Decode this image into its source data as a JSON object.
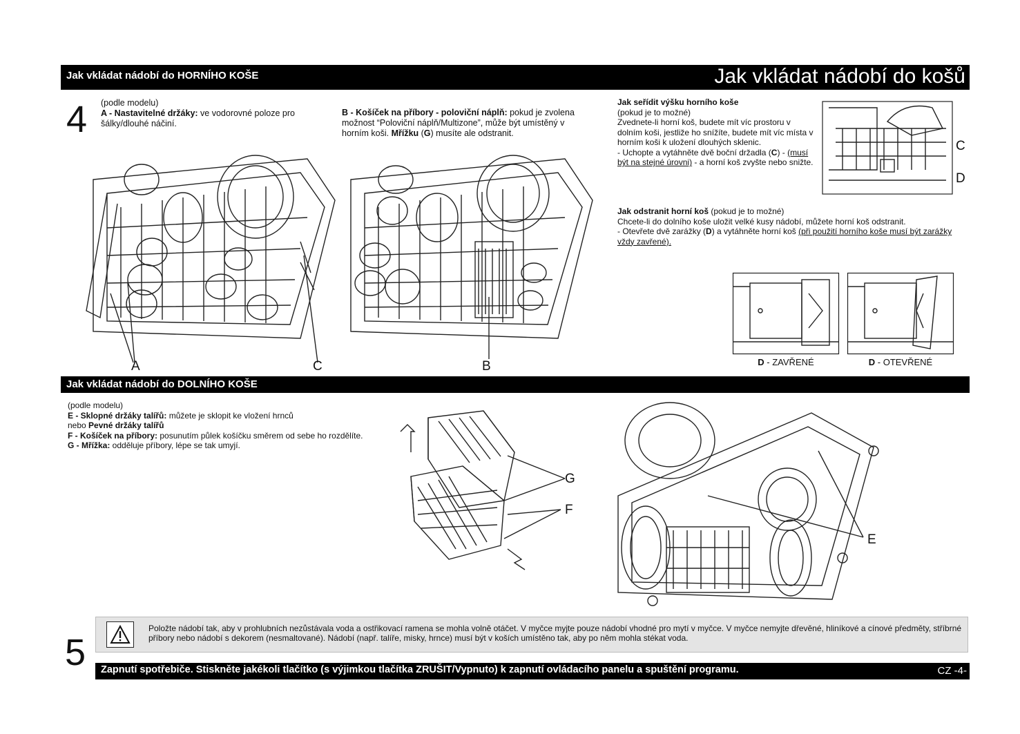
{
  "header": {
    "section_upper": "Jak vkládat nádobí do HORNÍHO KOŠE",
    "page_title": "Jak vkládat nádobí do košů"
  },
  "step4": {
    "number": "4",
    "model_note": "(podle modelu)",
    "a_label": "A - Nastavitelné držáky:",
    "a_text": " ve vodorovné poloze pro šálky/dlouhé náčiní.",
    "b_label": "B - Košíček na příbory - poloviční náplň:",
    "b_text_1": " pokud je zvolena možnost “Poloviční náplň/Multizone”, může být umístěný v horním koši. ",
    "b_grid_label": "Mřížku",
    "b_text_2": " (",
    "b_grid_letter": "G",
    "b_text_3": ") musíte ale odstranit."
  },
  "height_adjust": {
    "title": "Jak seřídit výšku horního koše",
    "note": "(pokud je to možné)",
    "para": "Zvednete-li horní koš, budete mít víc prostoru v dolním koši, jestliže ho snížíte, budete mít víc místa v horním koši k uložení dlouhých sklenic.",
    "step_1a": "- Uchopte a vytáhněte dvě boční držadla (",
    "step_1_letter": "C",
    "step_1b": ") -",
    "step_1_underlined": "(musí být na stejné úrovni)",
    "step_1c": " - a horní koš zvyšte nebo snižte."
  },
  "remove_basket": {
    "title": "Jak odstranit horní koš",
    "note": " (pokud je to možné)",
    "para": "Chcete-li do dolního koše uložit velké kusy nádobí, můžete horní koš odstranit.",
    "step_a": "- Otevřete dvě zarážky (",
    "step_letter": "D",
    "step_b": ") a vytáhněte horní koš ",
    "step_underlined": "(při použití horního koše musí být zarážky vždy zavřené)."
  },
  "latch_captions": {
    "closed_letter": "D",
    "closed_text": " - ZAVŘENÉ",
    "open_letter": "D",
    "open_text": " - OTEVŘENÉ"
  },
  "callouts": {
    "A": "A",
    "B": "B",
    "C": "C",
    "C2": "C",
    "D": "D",
    "G": "G",
    "F": "F",
    "E": "E"
  },
  "lower": {
    "section_title": "Jak vkládat nádobí do DOLNÍHO KOŠE",
    "model_note": "(podle modelu)",
    "e_label": "E - Sklopné držáky talířů:",
    "e_text": " můžete je sklopit ke vložení hrnců",
    "e_text2": "nebo ",
    "e_fixed": "Pevné držáky talířů",
    "f_label": "F - Košíček na příbory:",
    "f_text": " posunutím půlek košíčku směrem od sebe ho rozdělíte.",
    "g_label": "G - Mřížka:",
    "g_text": " odděluje příbory, lépe se tak umyjí."
  },
  "step5": {
    "number": "5",
    "warning": "Položte nádobí tak, aby v prohlubních nezůstávala voda a ostřikovací ramena se mohla volně otáčet. V myčce myjte pouze nádobí vhodné pro mytí v myčce. V myčce nemyjte dřevěné, hliníkové a cínové předměty, stříbrné příbory nebo nádobí s dekorem (nesmaltované). Nádobí (např. talíře, misky, hrnce) musí být v koších umístěno tak, aby po něm mohla stékat voda.",
    "footer": "Zapnutí spotřebiče. Stiskněte jakékoli tlačítko (s výjimkou tlačítka ZRUŠIT/Vypnuto) k zapnutí ovládacího panelu a spuštění programu.",
    "page_ref": "CZ -4-"
  },
  "icons": [
    "warning-triangle-icon"
  ]
}
